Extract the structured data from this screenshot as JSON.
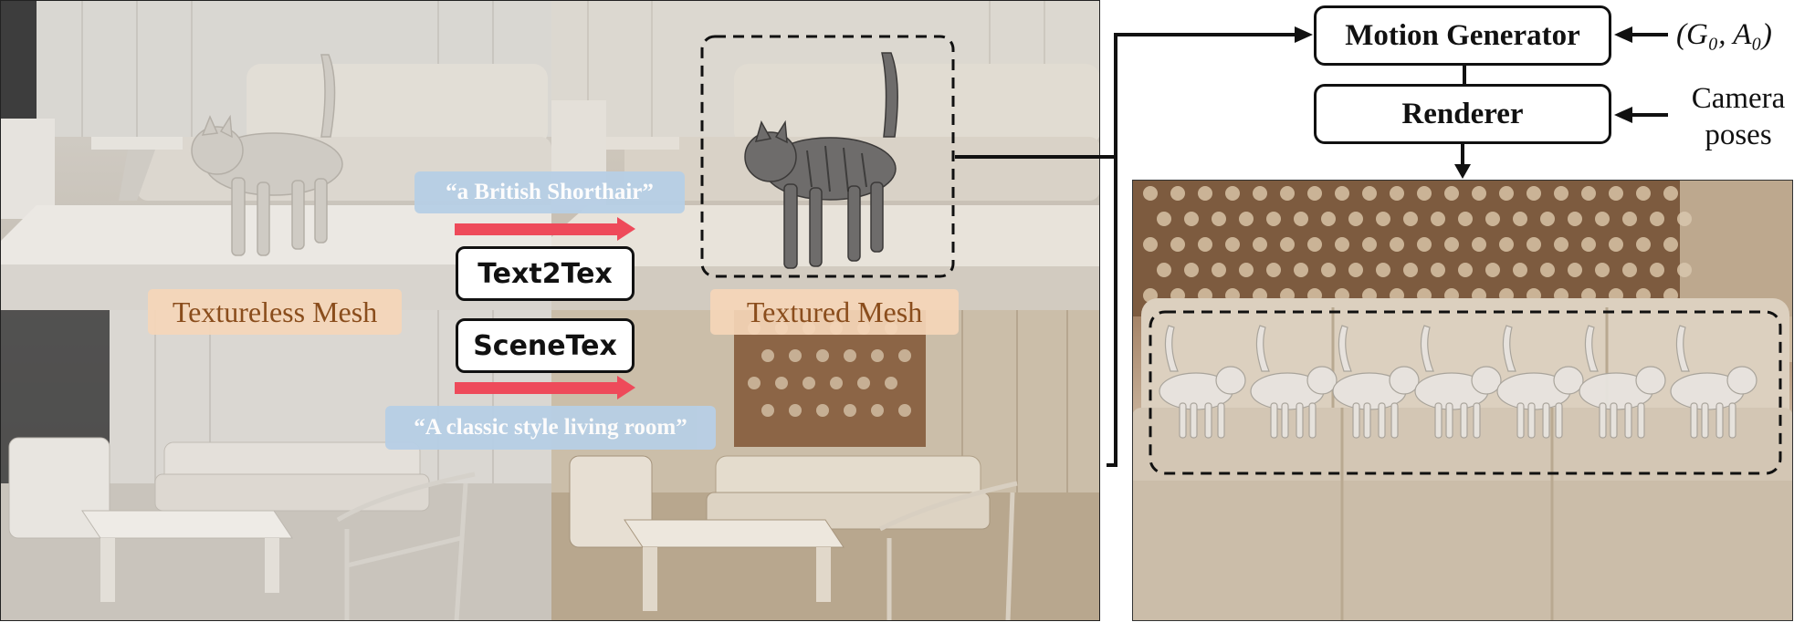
{
  "left": {
    "labels": {
      "textureless": "Textureless Mesh",
      "textured": "Textured Mesh"
    },
    "methods": {
      "text2tex": "Text2Tex",
      "scenetex": "SceneTex"
    },
    "prompts": {
      "object": "“a British Shorthair”",
      "scene": "“A classic style living room”"
    }
  },
  "pipeline": {
    "motion_generator": "Motion Generator",
    "renderer": "Renderer",
    "inputs": "(G₀, A₀)",
    "camera": "Camera poses"
  },
  "colors": {
    "arrow": "#ee4a5a",
    "prompt_bg": "#b7cfe6",
    "label_bg": "#f5d6b8",
    "label_text": "#8a4d1c"
  }
}
